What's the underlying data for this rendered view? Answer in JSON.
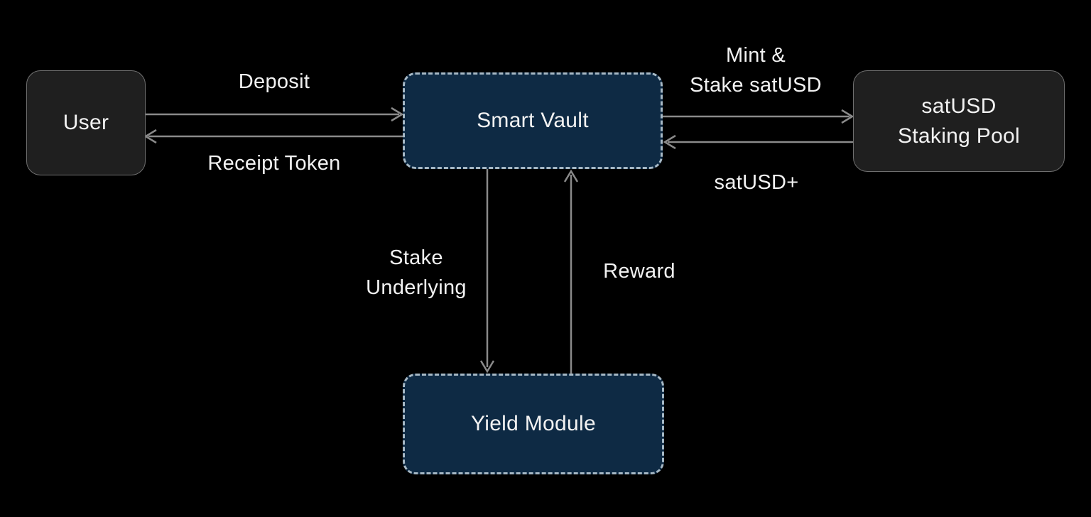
{
  "diagram_type": "flow-diagram",
  "colors": {
    "background": "#000000",
    "node_dark_fill": "#1f1f1f",
    "node_dark_border": "#6f6f6f",
    "node_navy_fill": "#0e2a44",
    "node_navy_border": "#a6b8c5",
    "arrow": "#8a8a8a",
    "text": "#f2f2f2"
  },
  "nodes": {
    "user": {
      "label": "User",
      "style": "solid-dark"
    },
    "smart_vault": {
      "label": "Smart Vault",
      "style": "navy-dashed"
    },
    "staking_pool": {
      "lines": [
        "satUSD",
        "Staking Pool"
      ],
      "style": "solid-dark"
    },
    "yield_module": {
      "label": "Yield Module",
      "style": "navy-dashed"
    }
  },
  "edges": {
    "deposit": {
      "label": "Deposit",
      "from": "User",
      "to": "Smart Vault",
      "direction": "right"
    },
    "receipt_token": {
      "label": "Receipt Token",
      "from": "Smart Vault",
      "to": "User",
      "direction": "left"
    },
    "mint_stake": {
      "lines": [
        "Mint &",
        "Stake satUSD"
      ],
      "from": "Smart Vault",
      "to": "satUSD Staking Pool",
      "direction": "right"
    },
    "satusd_plus": {
      "label": "satUSD+",
      "from": "satUSD Staking Pool",
      "to": "Smart Vault",
      "direction": "left"
    },
    "stake_underlying": {
      "lines": [
        "Stake",
        "Underlying"
      ],
      "from": "Smart Vault",
      "to": "Yield Module",
      "direction": "down"
    },
    "reward": {
      "label": "Reward",
      "from": "Yield Module",
      "to": "Smart Vault",
      "direction": "up"
    }
  }
}
